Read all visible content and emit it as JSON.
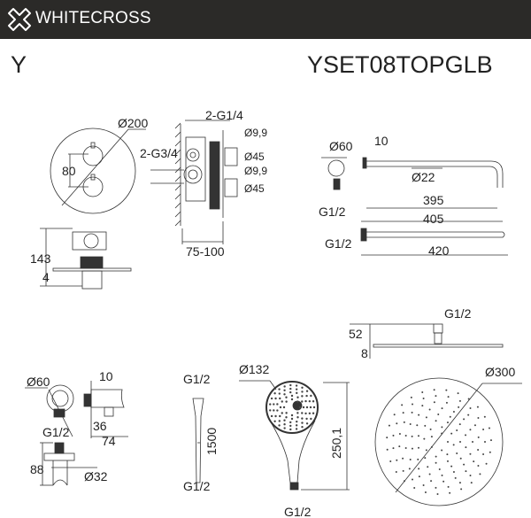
{
  "header": {
    "brand": "WHITECROSS",
    "logo_icon": "cross-outline-logo",
    "background": "#2b2a28"
  },
  "series_letter": "Y",
  "model_code": "YSET08TOPGLB",
  "thermostat": {
    "front_diameter": "Ø200",
    "spacing": "80",
    "outlet_thread": "2-G1/4",
    "inlet_thread": "2-G3/4",
    "stem1_diameter": "Ø9,9",
    "knob1_diameter": "Ø45",
    "stem2_diameter": "Ø9,9",
    "knob2_diameter": "Ø45",
    "install_depth": "75-100",
    "height": "143",
    "plate_thickness": "4"
  },
  "shower_arm": {
    "flange_diameter": "Ø60",
    "flange_depth": "10",
    "tube_diameter": "Ø22",
    "length_inner": "395",
    "thread": "G1/2",
    "length_mid": "405",
    "thread2": "G1/2",
    "length_total": "420"
  },
  "overhead_side": {
    "thread": "G1/2",
    "height": "52",
    "thickness": "8"
  },
  "wall_outlet": {
    "flange_diameter": "Ø60",
    "depth": "10",
    "thread": "G1/2",
    "outlet_offset": "36",
    "length": "74",
    "height": "88",
    "holder_diameter": "Ø32"
  },
  "hose": {
    "thread_top": "G1/2",
    "length": "1500",
    "thread_bottom": "G1/2"
  },
  "hand_shower": {
    "diameter": "Ø132",
    "length": "250,1",
    "thread": "G1/2"
  },
  "overhead_front": {
    "diameter": "Ø300"
  }
}
